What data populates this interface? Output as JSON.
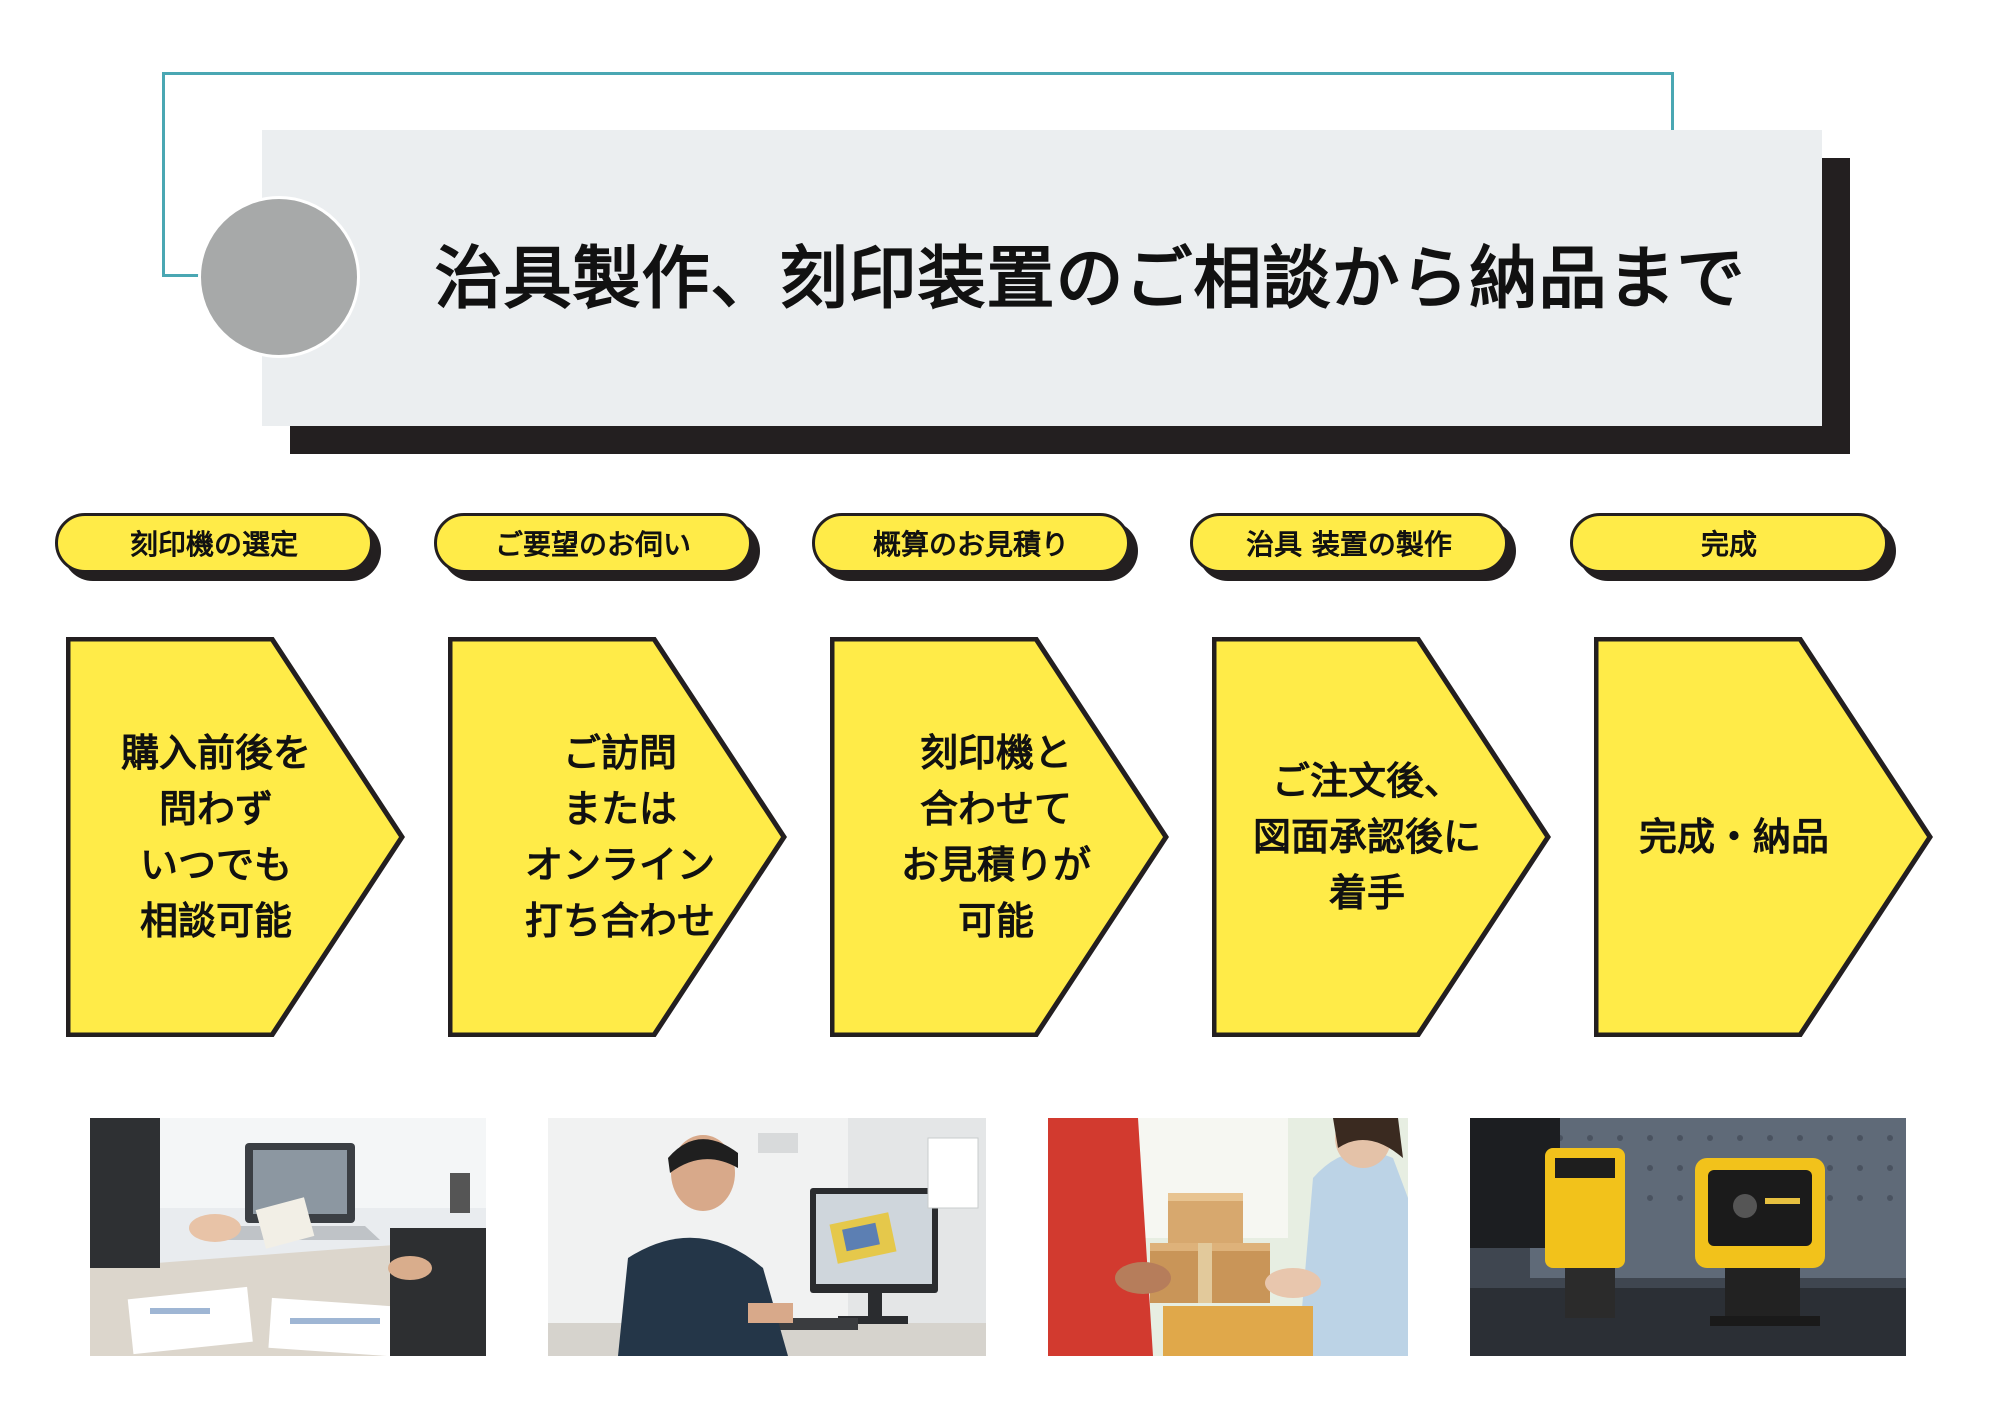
{
  "title": "治具製作、刻印装置のご相談から納品まで",
  "colors": {
    "accent_yellow": "#ffeb48",
    "outline_teal": "#4aa7b3",
    "dark": "#231f20",
    "panel": "#ebeef0",
    "circle": "#a7a9a9"
  },
  "steps": [
    {
      "label": "刻印機の選定",
      "lines": [
        "購入前後を",
        "問わず",
        "いつでも",
        "相談可能"
      ]
    },
    {
      "label": "ご要望のお伺い",
      "lines": [
        "ご訪問",
        "または",
        "オンライン",
        "打ち合わせ"
      ]
    },
    {
      "label": "概算のお見積り",
      "lines": [
        "刻印機と",
        "合わせて",
        "お見積りが",
        "可能"
      ]
    },
    {
      "label": "治具 装置の製作",
      "lines": [
        "ご注文後、",
        "図面承認後に",
        "着手"
      ]
    },
    {
      "label": "完成",
      "lines": [
        "完成・納品"
      ]
    }
  ],
  "photos": [
    {
      "icon": "business-meeting-photo-icon"
    },
    {
      "icon": "cad-design-photo-icon"
    },
    {
      "icon": "package-delivery-photo-icon"
    },
    {
      "icon": "marking-machine-photo-icon"
    }
  ]
}
